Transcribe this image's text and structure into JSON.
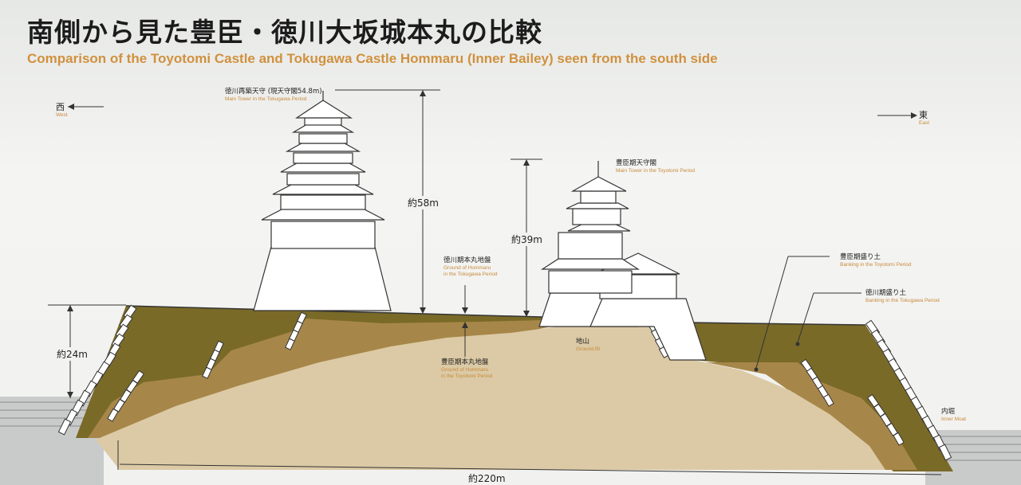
{
  "title": {
    "jp": "南側から見た豊臣・徳川大坂城本丸の比較",
    "en": "Comparison of the Toyotomi Castle and Tokugawa Castle Hommaru (Inner Bailey) seen from the south side"
  },
  "directions": {
    "west": {
      "jp": "西",
      "en": "West"
    },
    "east": {
      "jp": "東",
      "en": "East"
    }
  },
  "labels": {
    "tokugawa_tower": {
      "jp": "徳川再築天守 (現天守閣54.8m)",
      "en": "Main Tower in the Tokugawa Period"
    },
    "toyotomi_tower": {
      "jp": "豊臣期天守閣",
      "en": "Main Tower in the Toyotomi Period"
    },
    "tokugawa_ground": {
      "jp": "徳川期本丸地盤",
      "en1": "Ground of Hommaru",
      "en2": "in the Tokugawa Period"
    },
    "toyotomi_ground": {
      "jp": "豊臣期本丸地盤",
      "en1": "Ground of Hommaru",
      "en2": "in the Toyotomi Period"
    },
    "ground_fill": {
      "jp": "地山",
      "en": "Ground-fill"
    },
    "toyotomi_banking": {
      "jp": "豊臣期盛り土",
      "en": "Banking in the Toyotomi Period"
    },
    "tokugawa_banking": {
      "jp": "徳川期盛り土",
      "en": "Banking in the Tokugawa Period"
    },
    "inner_moat": {
      "jp": "内堀",
      "en": "Inner Moat"
    }
  },
  "dimensions": {
    "tokugawa_height": "約58m",
    "toyotomi_height": "約39m",
    "wall_height": "約24m",
    "width": "約220m"
  },
  "colors": {
    "tokugawa_banking": "#7a6a28",
    "toyotomi_banking": "#a78749",
    "ground_fill": "#dccaa6",
    "accent": "#d0913e"
  }
}
